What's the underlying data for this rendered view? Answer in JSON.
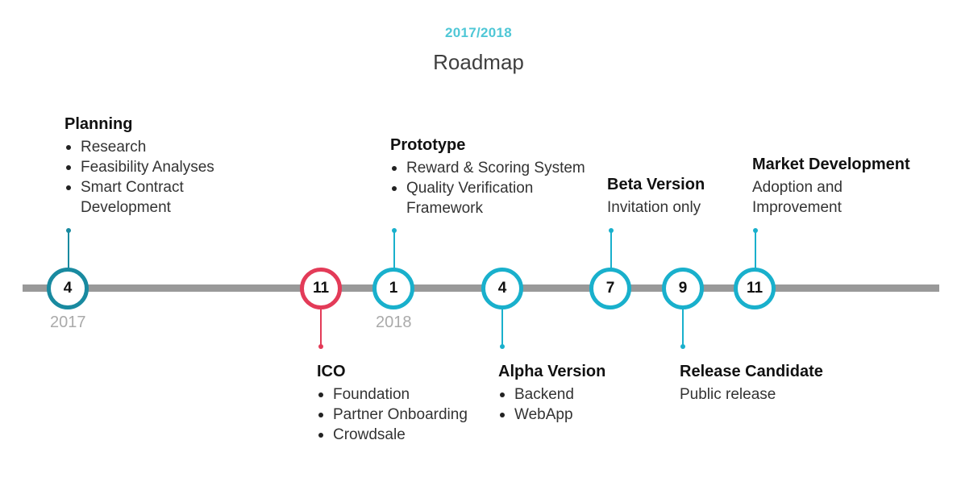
{
  "header": {
    "subtitle": "2017/2018",
    "title": "Roadmap"
  },
  "colors": {
    "accent": "#19b0cc",
    "accent_dark": "#198aa0",
    "highlight": "#e33b58",
    "track": "#999999"
  },
  "years": [
    "2017",
    "2018"
  ],
  "nodes": [
    {
      "label": "4"
    },
    {
      "label": "11"
    },
    {
      "label": "1"
    },
    {
      "label": "4"
    },
    {
      "label": "7"
    },
    {
      "label": "9"
    },
    {
      "label": "11"
    }
  ],
  "milestones": {
    "planning": {
      "title": "Planning",
      "items": [
        "Research",
        "Feasibility Analyses",
        "Smart Contract",
        "Development"
      ]
    },
    "ico": {
      "title": "ICO",
      "items": [
        "Foundation",
        "Partner Onboarding",
        "Crowdsale"
      ]
    },
    "prototype": {
      "title": "Prototype",
      "items": [
        "Reward & Scoring System",
        "Quality Verification",
        "Framework"
      ]
    },
    "alpha": {
      "title": "Alpha Version",
      "items": [
        "Backend",
        "WebApp"
      ]
    },
    "beta": {
      "title": "Beta Version",
      "text": "Invitation only"
    },
    "release": {
      "title": "Release Candidate",
      "text": "Public release"
    },
    "market": {
      "title": "Market Development",
      "lines": [
        "Adoption and",
        "Improvement"
      ]
    }
  }
}
